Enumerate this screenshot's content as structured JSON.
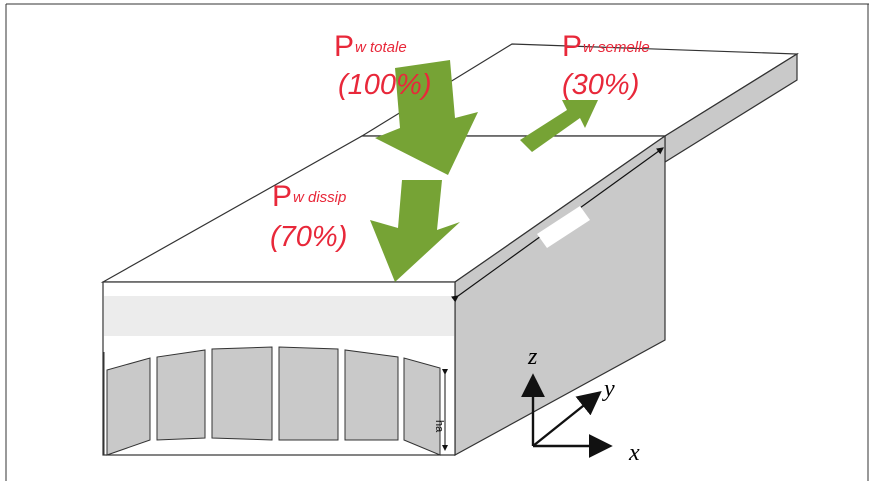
{
  "flows": {
    "total": {
      "symbol": "P",
      "subscript": "w totale",
      "percent": "(100%)",
      "share": 100
    },
    "semelle": {
      "symbol": "P",
      "subscript": "w semelle",
      "percent": "(30%)",
      "share": 30
    },
    "dissip": {
      "symbol": "P",
      "subscript": "w dissip",
      "percent": "(70%)",
      "share": 70
    }
  },
  "dimensions": {
    "fin_height_label": "ha"
  },
  "axes": {
    "x": "x",
    "y": "y",
    "z": "z"
  },
  "colors": {
    "label": "#e8283a",
    "arrow": "#76a335",
    "surface_light": "#ffffff",
    "surface_shaded": "#c8c8c8",
    "outline": "#222222"
  }
}
